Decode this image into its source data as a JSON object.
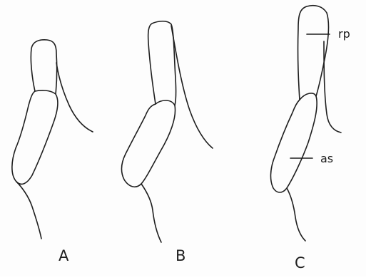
{
  "figure": {
    "panel_labels": [
      "A",
      "B",
      "C"
    ],
    "annotations": {
      "rp": "rp",
      "as": "as"
    },
    "colors": {
      "ink": "#1e1e1e",
      "paper": "#fdfdfd"
    }
  }
}
